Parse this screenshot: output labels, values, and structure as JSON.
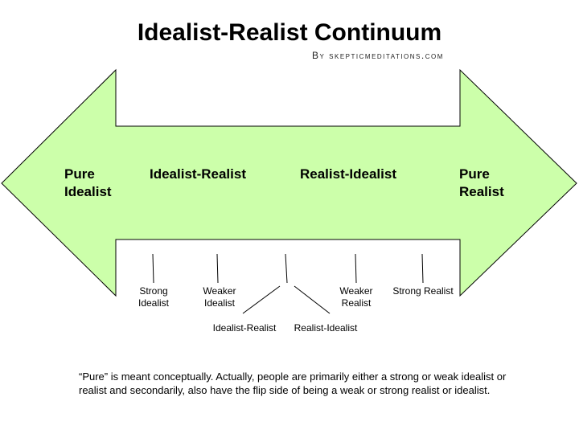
{
  "title": "Idealist-Realist Continuum",
  "byline": "By skepticmeditations.com",
  "arrow_fill": "#ccffaa",
  "arrow_stroke": "#000000",
  "labels": {
    "pure_idealist_1": "Pure",
    "pure_idealist_2": "Idealist",
    "idealist_realist": "Idealist-Realist",
    "realist_idealist": "Realist-Idealist",
    "pure_realist_1": "Pure",
    "pure_realist_2": "Realist"
  },
  "sub_labels": {
    "strong_idealist_1": "Strong",
    "strong_idealist_2": "Idealist",
    "weaker_idealist_1": "Weaker",
    "weaker_idealist_2": "Idealist",
    "weaker_realist_1": "Weaker",
    "weaker_realist_2": "Realist",
    "strong_realist": "Strong Realist",
    "idealist_realist": "Idealist-Realist",
    "realist_idealist": "Realist-Idealist"
  },
  "note": "“Pure” is meant conceptually. Actually, people are primarily either a strong or weak idealist or realist and secondarily, also have the flip side of being a weak or strong realist or idealist."
}
